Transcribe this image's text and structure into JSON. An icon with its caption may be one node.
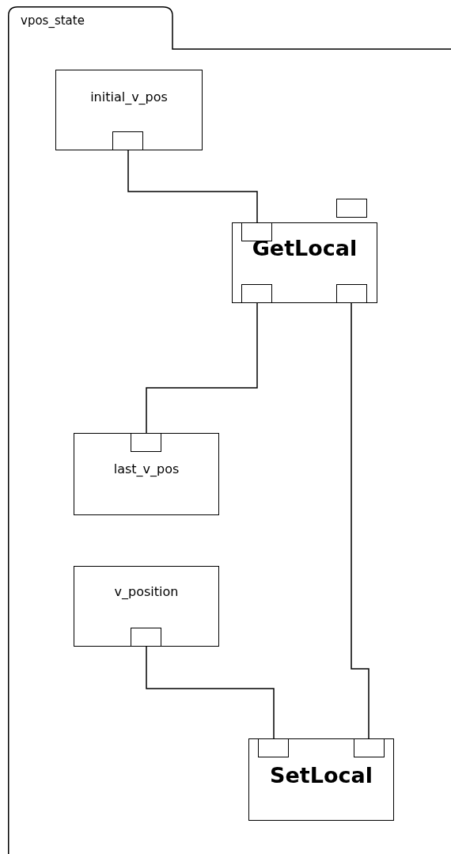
{
  "diagram": {
    "nodes": [
      {
        "text": [
          "vpos_state"
        ]
      },
      {
        "text": [
          "initial_v_pos"
        ],
        "in": 0
      },
      {
        "text": [
          "GetLocal"
        ],
        "in": 0
      },
      {
        "text": [
          "last_v_pos"
        ],
        "in": 0
      },
      {
        "text": [
          "v_position"
        ],
        "in": 0
      },
      {
        "text": [
          "SetLocal"
        ],
        "in": 0
      }
    ],
    "edges": [
      {
        "from": 1,
        "to": 2,
        "arrow": "none"
      },
      {
        "from": 2,
        "to": 3,
        "arrow": "none"
      },
      {
        "from": 2,
        "to": 5,
        "arrow": "none"
      },
      {
        "from": 4,
        "to": 5,
        "arrow": "none"
      }
    ]
  }
}
